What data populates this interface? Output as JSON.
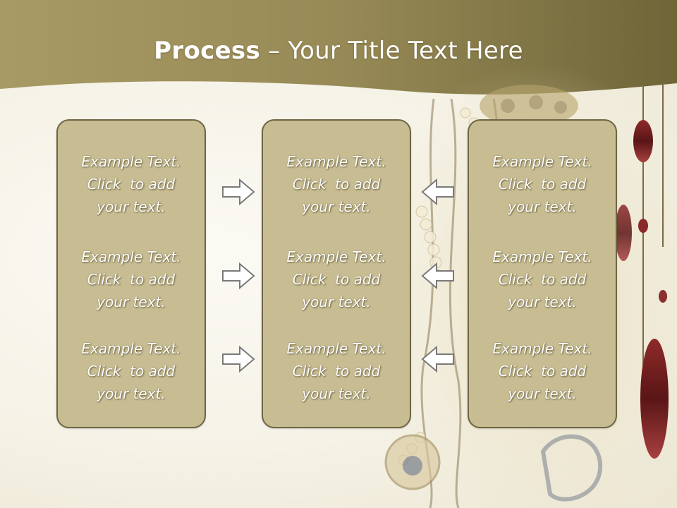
{
  "title": {
    "bold": "Process",
    "rest": " – Your Title Text Here"
  },
  "columns": [
    {
      "items": [
        {
          "l1": "Example Text.",
          "l2": "Click  to add",
          "l3": "your text."
        },
        {
          "l1": "Example Text.",
          "l2": "Click  to add",
          "l3": "your text."
        },
        {
          "l1": "Example Text.",
          "l2": "Click  to add",
          "l3": "your text."
        }
      ]
    },
    {
      "items": [
        {
          "l1": "Example Text.",
          "l2": "Click  to add",
          "l3": "your text."
        },
        {
          "l1": "Example Text.",
          "l2": "Click  to add",
          "l3": "your text."
        },
        {
          "l1": "Example Text.",
          "l2": "Click  to add",
          "l3": "your text."
        }
      ]
    },
    {
      "items": [
        {
          "l1": "Example Text.",
          "l2": "Click  to add",
          "l3": "your text."
        },
        {
          "l1": "Example Text.",
          "l2": "Click  to add",
          "l3": "your text."
        },
        {
          "l1": "Example Text.",
          "l2": "Click  to add",
          "l3": "your text."
        }
      ]
    }
  ],
  "arrows": {
    "left_group": "arrow-right-icon",
    "right_group": "arrow-left-icon"
  },
  "colors": {
    "header": "#8c7f4c",
    "box_fill": "#c8bd92",
    "box_border": "#6e6545",
    "text": "#ffffff"
  }
}
